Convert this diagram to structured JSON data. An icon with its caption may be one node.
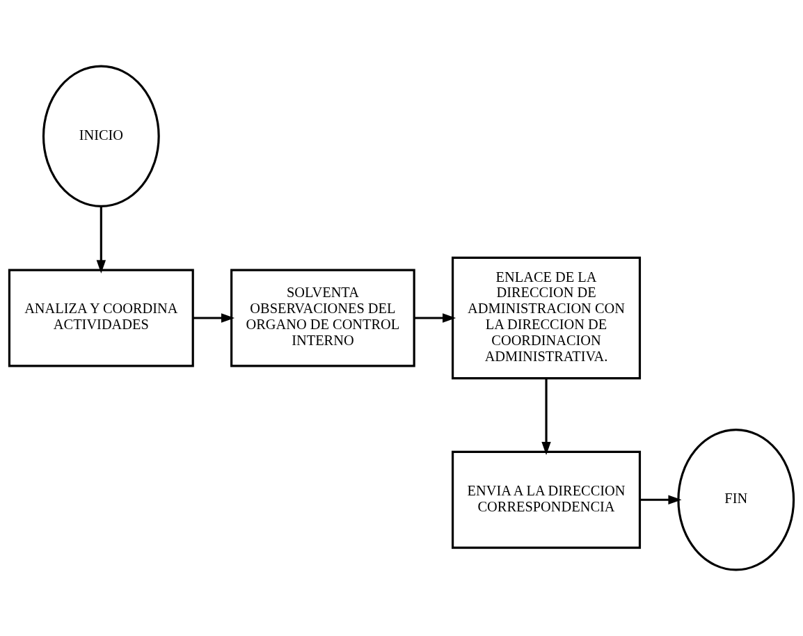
{
  "diagram": {
    "nodes": [
      {
        "text": [
          "INICIO"
        ]
      },
      {
        "text": [
          "ANALIZA Y COORDINA ACTIVIDADES"
        ]
      },
      {
        "text": [
          "SOLVENTA OBSERVACIONES DEL ORGANO DE CONTROL INTERNO"
        ]
      },
      {
        "text": [
          "ENLACE DE LA DIRECCION DE ADMINISTRACION CON LA DIRECCION DE COORDINACION ADMINISTRATIVA."
        ]
      },
      {
        "text": [
          "ENVIA A LA DIRECCION CORRESPONDENCIA"
        ]
      },
      {
        "text": [
          "FIN"
        ]
      }
    ],
    "edges": [
      {
        "from": 0,
        "to": 1,
        "arrow": "to"
      },
      {
        "from": 1,
        "to": 2,
        "arrow": "to"
      },
      {
        "from": 2,
        "to": 3,
        "arrow": "to"
      },
      {
        "from": 3,
        "to": 4,
        "arrow": "to"
      },
      {
        "from": 4,
        "to": 5,
        "arrow": "to"
      }
    ]
  }
}
